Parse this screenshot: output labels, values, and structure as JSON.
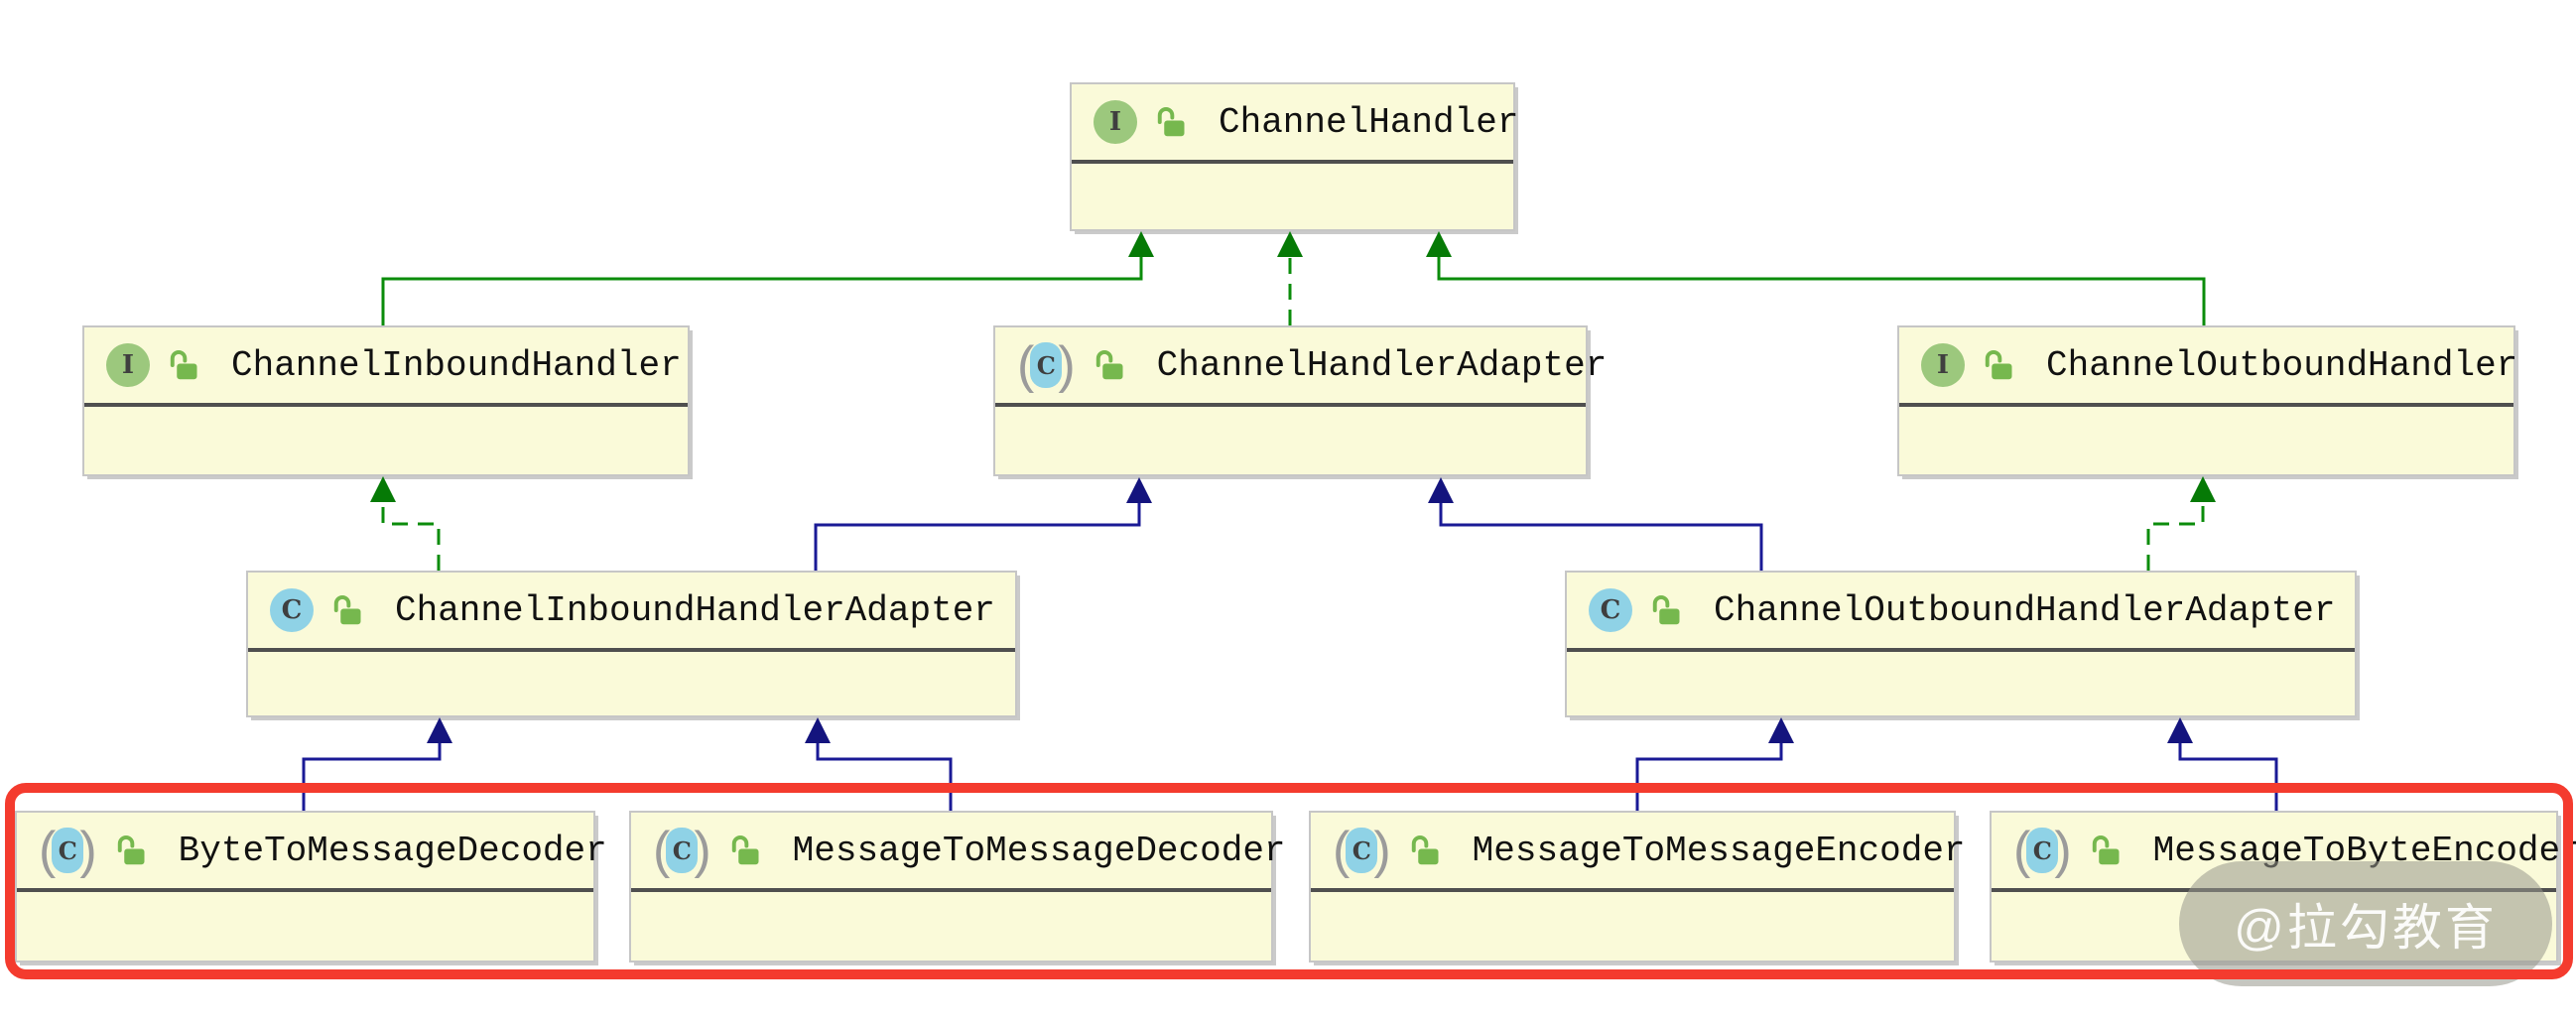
{
  "icons": {
    "interface_glyph": "I",
    "class_glyph": "C",
    "paren_open": "(",
    "paren_close": ")"
  },
  "watermark": {
    "text": "@拉勾教育"
  },
  "colors": {
    "box_fill": "#fafad9",
    "interface_icon_green": "#9cc87d",
    "class_icon_cyan": "#8fd2e6",
    "lock_green": "#76b84e",
    "extends_line_green": "#0b8c0b",
    "extends_line_navy": "#1a1a96",
    "highlight_red": "#f43b2e"
  },
  "diagram": {
    "nodes": {
      "channel_handler": {
        "label": "ChannelHandler",
        "kind": "interface"
      },
      "channel_inbound_handler": {
        "label": "ChannelInboundHandler",
        "kind": "interface"
      },
      "channel_handler_adapter": {
        "label": "ChannelHandlerAdapter",
        "kind": "abstract-class"
      },
      "channel_outbound_handler": {
        "label": "ChannelOutboundHandler",
        "kind": "interface"
      },
      "channel_inbound_handler_adapter": {
        "label": "ChannelInboundHandlerAdapter",
        "kind": "class"
      },
      "channel_outbound_handler_adapter": {
        "label": "ChannelOutboundHandlerAdapter",
        "kind": "class"
      },
      "byte_to_message_decoder": {
        "label": "ByteToMessageDecoder",
        "kind": "abstract-class"
      },
      "message_to_message_decoder": {
        "label": "MessageToMessageDecoder",
        "kind": "abstract-class"
      },
      "message_to_message_encoder": {
        "label": "MessageToMessageEncoder",
        "kind": "abstract-class"
      },
      "message_to_byte_encoder": {
        "label": "MessageToByteEncoder",
        "kind": "abstract-class"
      }
    },
    "relationships": [
      {
        "from": "ChannelInboundHandler",
        "to": "ChannelHandler",
        "type": "extends",
        "style": "solid-green"
      },
      {
        "from": "ChannelHandlerAdapter",
        "to": "ChannelHandler",
        "type": "implements",
        "style": "dashed-green"
      },
      {
        "from": "ChannelOutboundHandler",
        "to": "ChannelHandler",
        "type": "extends",
        "style": "solid-green"
      },
      {
        "from": "ChannelInboundHandlerAdapter",
        "to": "ChannelInboundHandler",
        "type": "implements",
        "style": "dashed-green"
      },
      {
        "from": "ChannelInboundHandlerAdapter",
        "to": "ChannelHandlerAdapter",
        "type": "extends",
        "style": "solid-navy"
      },
      {
        "from": "ChannelOutboundHandlerAdapter",
        "to": "ChannelHandlerAdapter",
        "type": "extends",
        "style": "solid-navy"
      },
      {
        "from": "ChannelOutboundHandlerAdapter",
        "to": "ChannelOutboundHandler",
        "type": "implements",
        "style": "dashed-green"
      },
      {
        "from": "ByteToMessageDecoder",
        "to": "ChannelInboundHandlerAdapter",
        "type": "extends",
        "style": "solid-navy"
      },
      {
        "from": "MessageToMessageDecoder",
        "to": "ChannelInboundHandlerAdapter",
        "type": "extends",
        "style": "solid-navy"
      },
      {
        "from": "MessageToMessageEncoder",
        "to": "ChannelOutboundHandlerAdapter",
        "type": "extends",
        "style": "solid-navy"
      },
      {
        "from": "MessageToByteEncoder",
        "to": "ChannelOutboundHandlerAdapter",
        "type": "extends",
        "style": "solid-navy"
      }
    ]
  }
}
